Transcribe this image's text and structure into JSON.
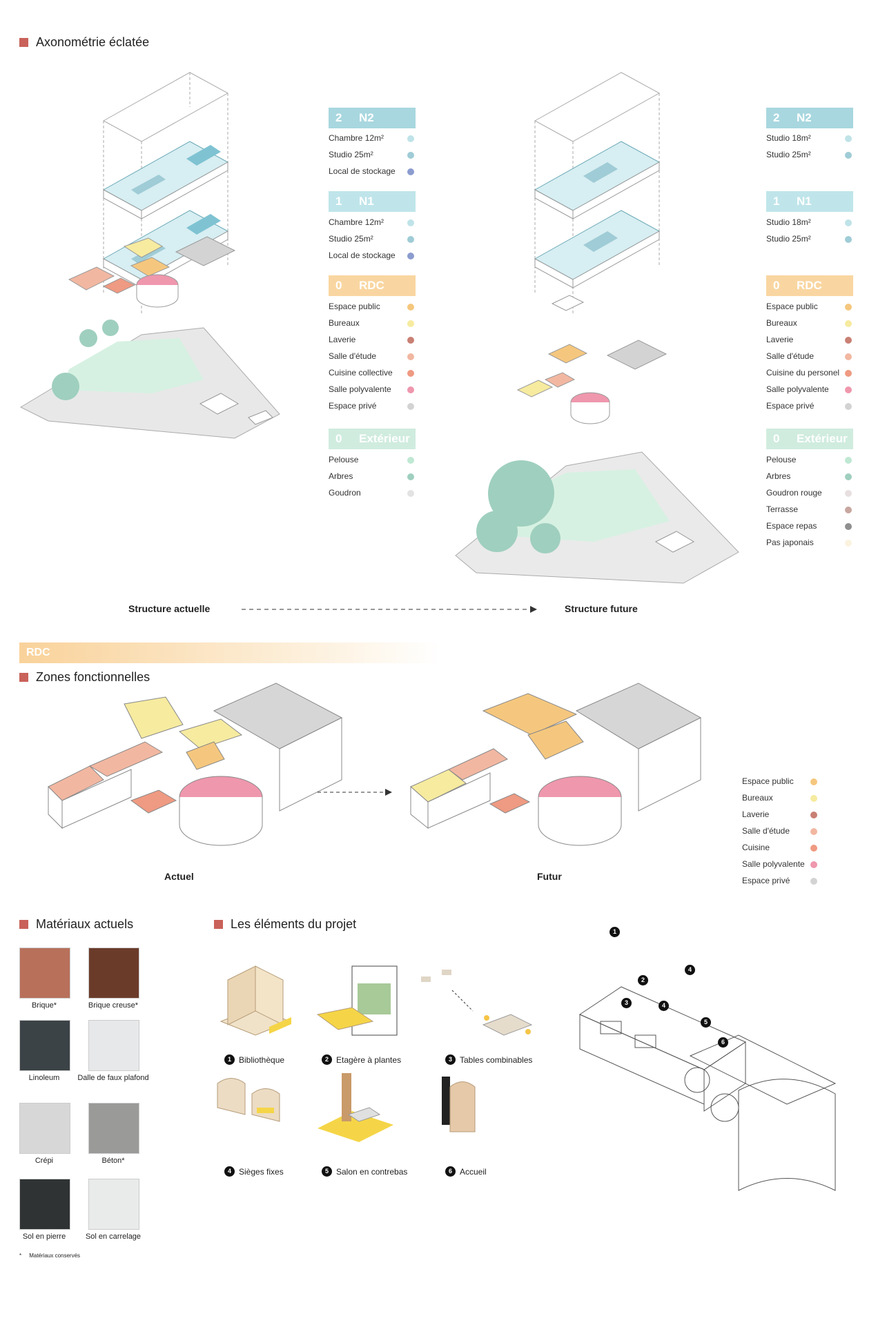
{
  "section1": {
    "title": "Axonométrie éclatée"
  },
  "legend_current": {
    "n2": {
      "num": "2",
      "label": "N2",
      "items": [
        {
          "label": "Chambre 12m²",
          "color": "#bfe3e8"
        },
        {
          "label": "Studio 25m²",
          "color": "#9fccd6"
        },
        {
          "label": "Local de stockage",
          "color": "#8c9ccf"
        }
      ]
    },
    "n1": {
      "num": "1",
      "label": "N1",
      "items": [
        {
          "label": "Chambre 12m²",
          "color": "#bfe3e8"
        },
        {
          "label": "Studio 25m²",
          "color": "#9fccd6"
        },
        {
          "label": "Local de stockage",
          "color": "#8c9ccf"
        }
      ]
    },
    "rdc": {
      "num": "0",
      "label": "RDC",
      "items": [
        {
          "label": "Espace public",
          "color": "#f5c77e"
        },
        {
          "label": "Bureaux",
          "color": "#f6eb9f"
        },
        {
          "label": "Laverie",
          "color": "#c98074"
        },
        {
          "label": "Salle d'étude",
          "color": "#f2b7a1"
        },
        {
          "label": "Cuisine collective",
          "color": "#ef9a82"
        },
        {
          "label": "Salle polyvalente",
          "color": "#ef97ad"
        },
        {
          "label": "Espace privé",
          "color": "#d3d3d3"
        }
      ]
    },
    "ext": {
      "num": "0",
      "label": "Extérieur",
      "items": [
        {
          "label": "Pelouse",
          "color": "#bfe8d3"
        },
        {
          "label": "Arbres",
          "color": "#9fcfbf"
        },
        {
          "label": "Goudron",
          "color": "#e3e3e3"
        }
      ]
    }
  },
  "legend_future": {
    "n2": {
      "num": "2",
      "label": "N2",
      "items": [
        {
          "label": "Studio 18m²",
          "color": "#bfe3e8"
        },
        {
          "label": "Studio 25m²",
          "color": "#9fccd6"
        }
      ]
    },
    "n1": {
      "num": "1",
      "label": "N1",
      "items": [
        {
          "label": "Studio 18m²",
          "color": "#bfe3e8"
        },
        {
          "label": "Studio 25m²",
          "color": "#9fccd6"
        }
      ]
    },
    "rdc": {
      "num": "0",
      "label": "RDC",
      "items": [
        {
          "label": "Espace public",
          "color": "#f5c77e"
        },
        {
          "label": "Bureaux",
          "color": "#f6eb9f"
        },
        {
          "label": "Laverie",
          "color": "#c98074"
        },
        {
          "label": "Salle d'étude",
          "color": "#f2b7a1"
        },
        {
          "label": "Cuisine du personel",
          "color": "#ef9a82"
        },
        {
          "label": "Salle polyvalente",
          "color": "#ef97ad"
        },
        {
          "label": "Espace privé",
          "color": "#d3d3d3"
        }
      ]
    },
    "ext": {
      "num": "0",
      "label": "Extérieur",
      "items": [
        {
          "label": "Pelouse",
          "color": "#bfe8d3"
        },
        {
          "label": "Arbres",
          "color": "#9fcfbf"
        },
        {
          "label": "Goudron rouge",
          "color": "#e8e0e0"
        },
        {
          "label": "Terrasse",
          "color": "#c7a7a0"
        },
        {
          "label": "Espace repas",
          "color": "#8f8f8f"
        },
        {
          "label": "Pas japonais",
          "color": "#fbf3e0"
        }
      ]
    }
  },
  "captions": {
    "current": "Structure actuelle",
    "future": "Structure future"
  },
  "rdc_banner": "RDC",
  "section2": {
    "title": "Zones fonctionnelles",
    "actual": "Actuel",
    "future": "Futur",
    "legend": [
      {
        "label": "Espace public",
        "color": "#f5c77e"
      },
      {
        "label": "Bureaux",
        "color": "#f6eb9f"
      },
      {
        "label": "Laverie",
        "color": "#c98074"
      },
      {
        "label": "Salle d'étude",
        "color": "#f2b7a1"
      },
      {
        "label": "Cuisine",
        "color": "#ef9a82"
      },
      {
        "label": "Salle polyvalente",
        "color": "#ef97ad"
      },
      {
        "label": "Espace privé",
        "color": "#d3d3d3"
      }
    ]
  },
  "section3": {
    "title": "Matériaux actuels",
    "materials": [
      {
        "label": "Brique*",
        "color": "#b8705a"
      },
      {
        "label": "Brique creuse*",
        "color": "#6b3b2a"
      },
      {
        "label": "Linoleum",
        "color": "#3c4347"
      },
      {
        "label": "Dalle de faux plafond",
        "color": "#e6e8ea"
      },
      {
        "label": "Crépi",
        "color": "#d6d7d6"
      },
      {
        "label": "Béton*",
        "color": "#9a9a98"
      },
      {
        "label": "Sol en pierre",
        "color": "#2f3333"
      },
      {
        "label": "Sol en carrelage",
        "color": "#e9eaea"
      }
    ],
    "footnote": "Matériaux conservés"
  },
  "section4": {
    "title": "Les éléments du projet",
    "elements": [
      {
        "num": "1",
        "label": "Bibliothèque"
      },
      {
        "num": "2",
        "label": "Etagère à plantes"
      },
      {
        "num": "3",
        "label": "Tables combinables"
      },
      {
        "num": "4",
        "label": "Sièges fixes"
      },
      {
        "num": "5",
        "label": "Salon en contrebas"
      },
      {
        "num": "6",
        "label": "Accueil"
      }
    ],
    "plan_markers": [
      "1",
      "2",
      "3",
      "4",
      "4",
      "5",
      "6"
    ]
  }
}
